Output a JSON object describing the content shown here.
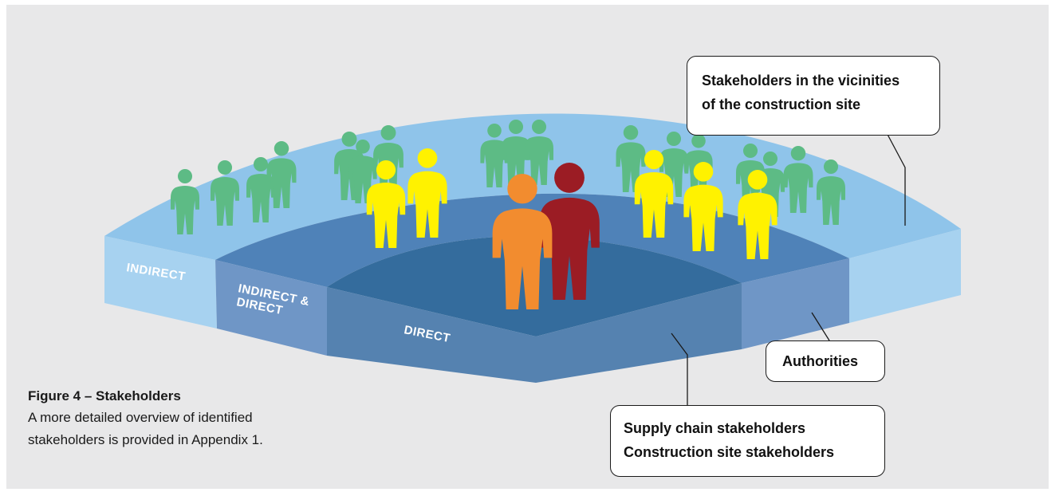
{
  "figure": {
    "caption_title": "Figure 4 – Stakeholders",
    "caption_text": "A more detailed overview of identified stakeholders is provided in Appendix 1."
  },
  "rings": {
    "outer": {
      "label": "INDIRECT",
      "color": "#8fc4ea"
    },
    "middle": {
      "label_line1": "INDIRECT &",
      "label_line2": "DIRECT",
      "color": "#4f82b8"
    },
    "inner": {
      "label": "DIRECT",
      "color": "#346c9d"
    }
  },
  "callouts": {
    "vicinity_line1": "Stakeholders in the vicinities",
    "vicinity_line2": "of the construction site",
    "authorities": "Authorities",
    "supply_chain": "Supply chain stakeholders",
    "construction_site": "Construction site stakeholders"
  },
  "people": {
    "green_color": "#5dbb85",
    "yellow_color": "#fff200",
    "orange_color": "#f28c2f",
    "red_color": "#9b1c24"
  }
}
